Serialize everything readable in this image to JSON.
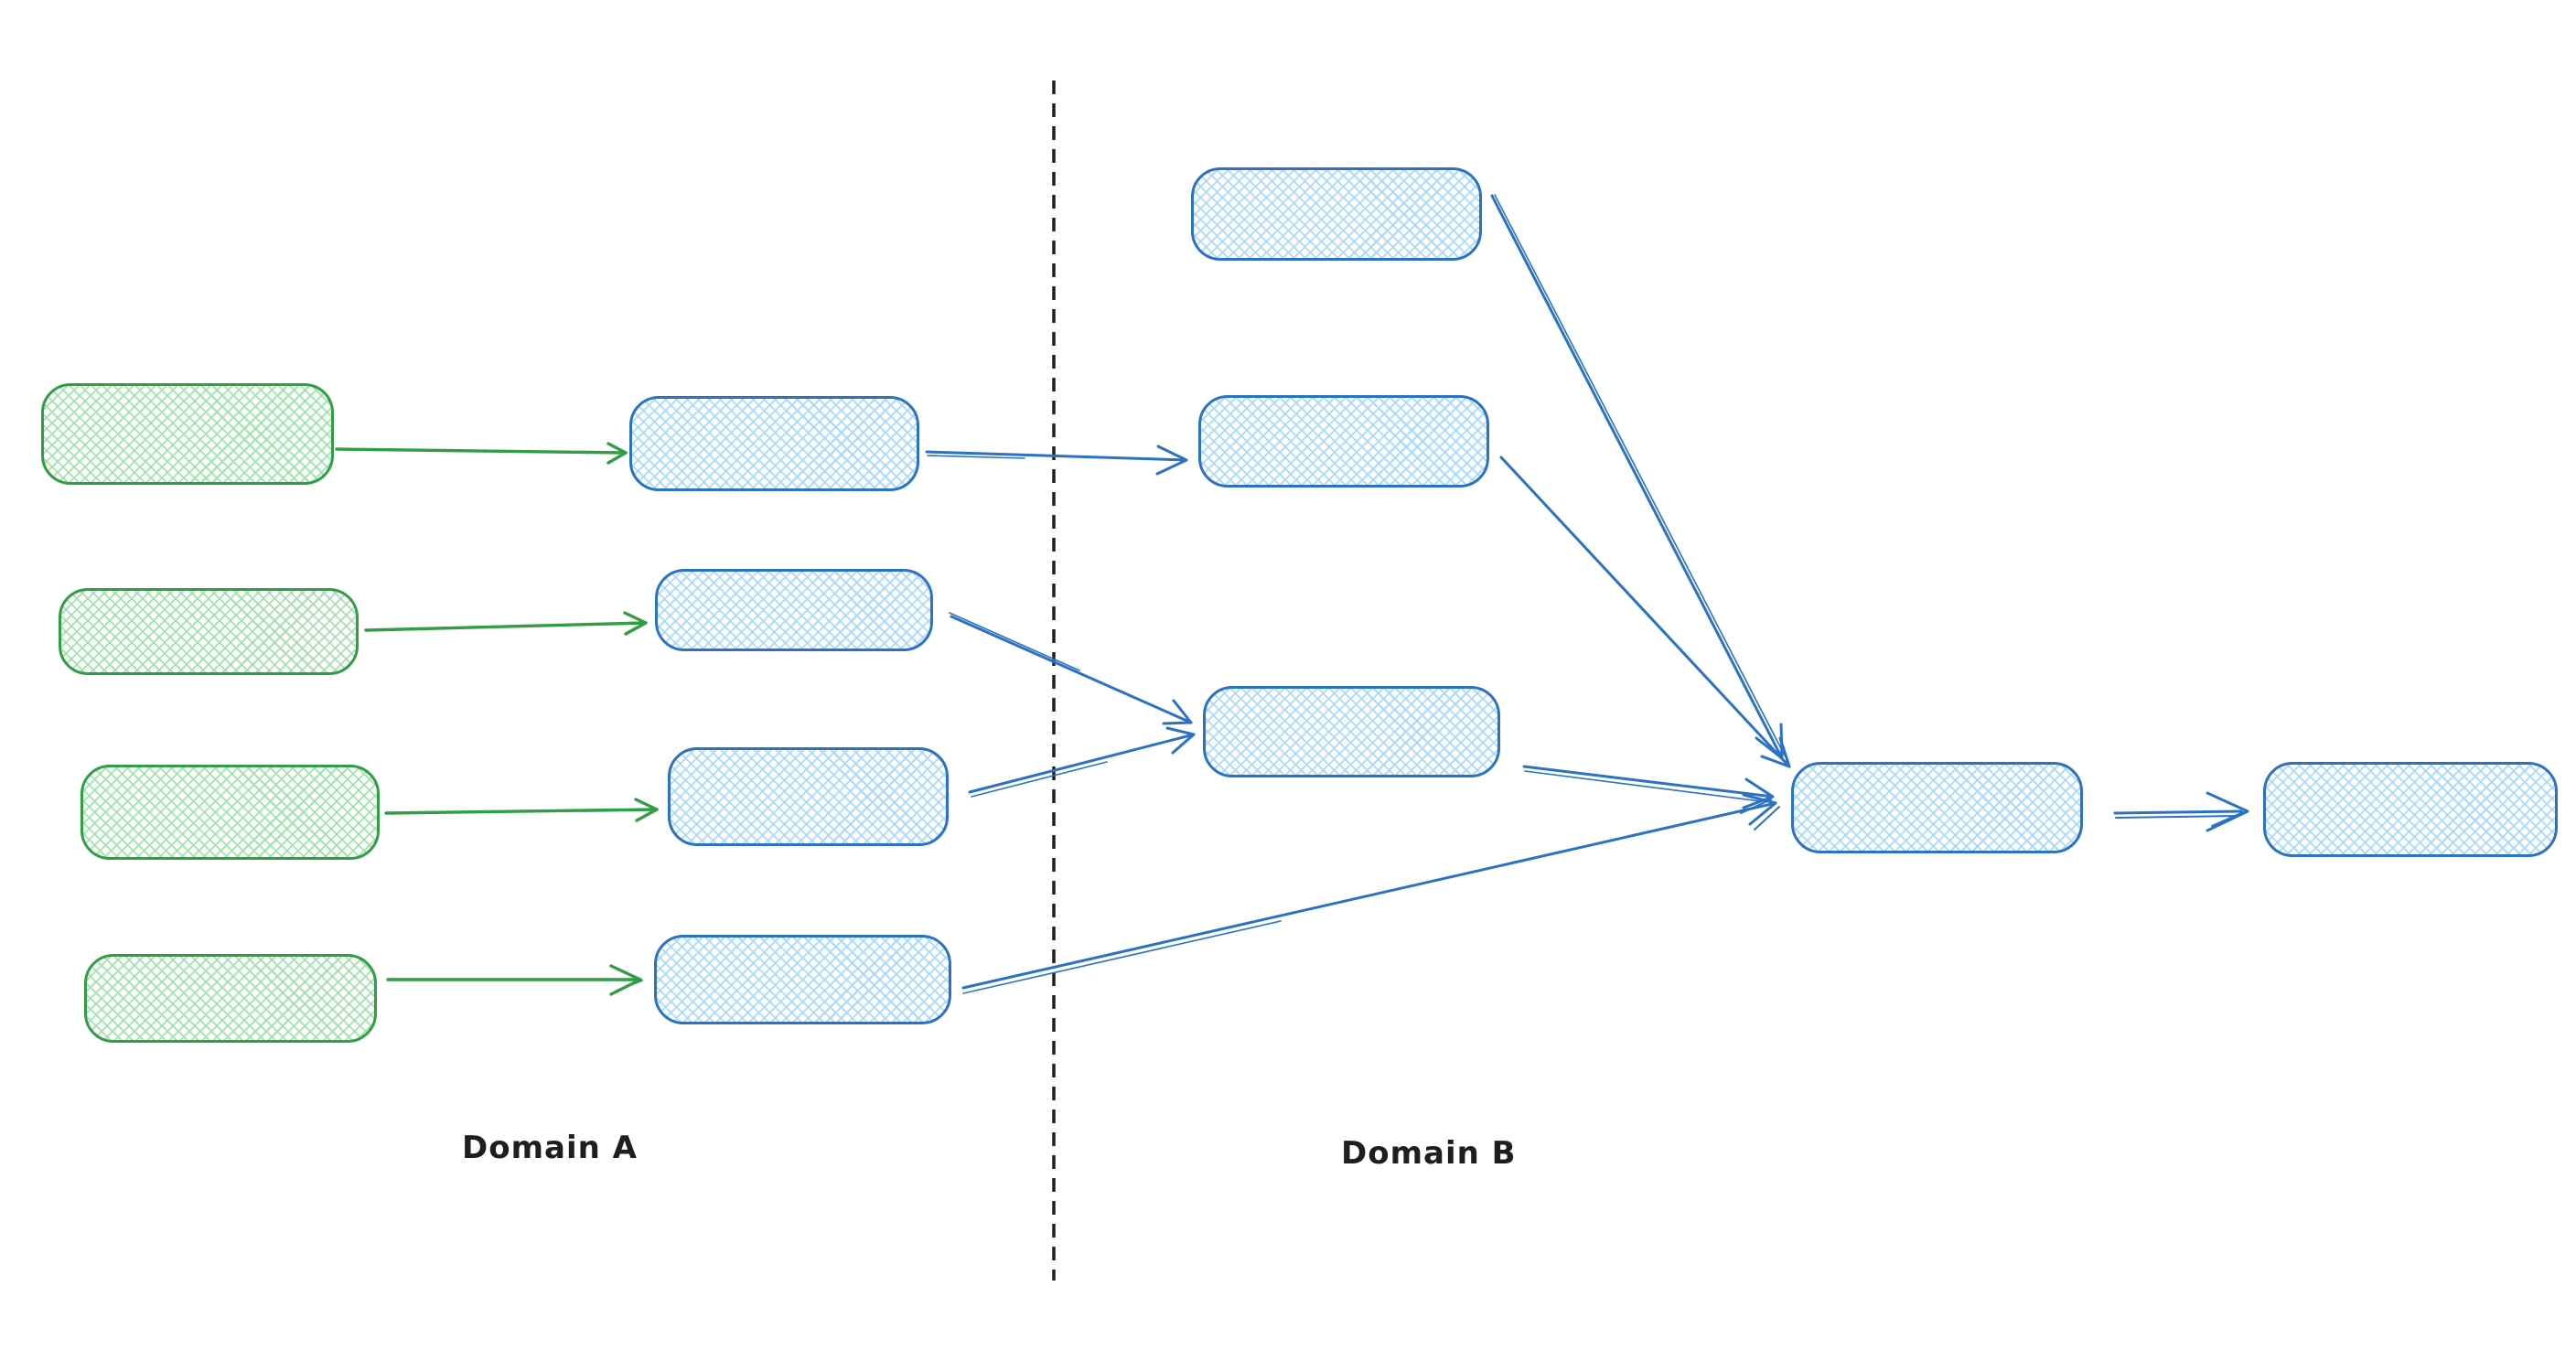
{
  "diagram": {
    "labels": {
      "domain_a": "Domain A",
      "domain_b": "Domain B"
    },
    "colors": {
      "green_stroke": "#2f9e44",
      "green_fill": "#b2f2bb",
      "blue_stroke": "#1971c2",
      "blue_fill": "#a5d8ff",
      "divider": "#1e1e1e",
      "label_text": "#1e1e1e",
      "background": "#ffffff"
    },
    "style": {
      "box_fill_pattern": "cross-hatch",
      "stroke_style": "hand-drawn",
      "divider_style": "dashed-vertical"
    },
    "nodes": [
      {
        "id": "green-box-1",
        "domain": "A",
        "color": "green",
        "text": ""
      },
      {
        "id": "green-box-2",
        "domain": "A",
        "color": "green",
        "text": ""
      },
      {
        "id": "green-box-3",
        "domain": "A",
        "color": "green",
        "text": ""
      },
      {
        "id": "green-box-4",
        "domain": "A",
        "color": "green",
        "text": ""
      },
      {
        "id": "blue-box-a1",
        "domain": "A",
        "color": "blue",
        "text": ""
      },
      {
        "id": "blue-box-a2",
        "domain": "A",
        "color": "blue",
        "text": ""
      },
      {
        "id": "blue-box-a3",
        "domain": "A",
        "color": "blue",
        "text": ""
      },
      {
        "id": "blue-box-a4",
        "domain": "A",
        "color": "blue",
        "text": ""
      },
      {
        "id": "blue-box-b1",
        "domain": "B",
        "color": "blue",
        "text": ""
      },
      {
        "id": "blue-box-b2",
        "domain": "B",
        "color": "blue",
        "text": ""
      },
      {
        "id": "blue-box-b3",
        "domain": "B",
        "color": "blue",
        "text": ""
      },
      {
        "id": "blue-box-merge",
        "domain": "B",
        "color": "blue",
        "text": ""
      },
      {
        "id": "blue-box-output",
        "domain": "B",
        "color": "blue",
        "text": ""
      }
    ],
    "edges": [
      {
        "from": "green-box-1",
        "to": "blue-box-a1",
        "color": "green"
      },
      {
        "from": "green-box-2",
        "to": "blue-box-a2",
        "color": "green"
      },
      {
        "from": "green-box-3",
        "to": "blue-box-a3",
        "color": "green"
      },
      {
        "from": "green-box-4",
        "to": "blue-box-a4",
        "color": "green"
      },
      {
        "from": "blue-box-a1",
        "to": "blue-box-b2",
        "color": "blue"
      },
      {
        "from": "blue-box-a2",
        "to": "blue-box-b3",
        "color": "blue"
      },
      {
        "from": "blue-box-a3",
        "to": "blue-box-b3",
        "color": "blue"
      },
      {
        "from": "blue-box-a4",
        "to": "blue-box-merge",
        "color": "blue"
      },
      {
        "from": "blue-box-b1",
        "to": "blue-box-merge",
        "color": "blue"
      },
      {
        "from": "blue-box-b2",
        "to": "blue-box-merge",
        "color": "blue"
      },
      {
        "from": "blue-box-b3",
        "to": "blue-box-merge",
        "color": "blue"
      },
      {
        "from": "blue-box-merge",
        "to": "blue-box-output",
        "color": "blue"
      }
    ]
  }
}
